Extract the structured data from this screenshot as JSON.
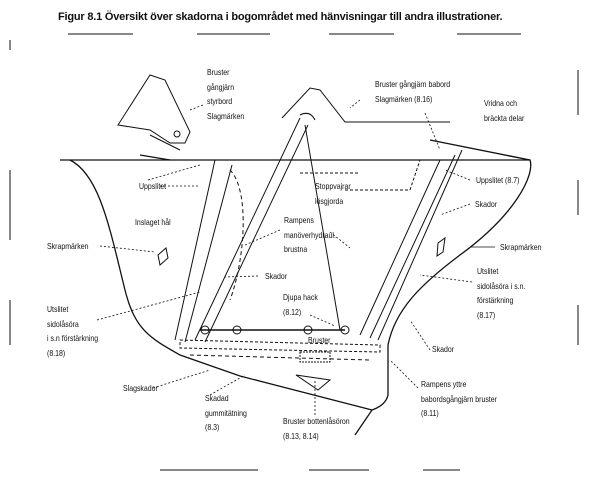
{
  "title": "Figur 8.1 Översikt över skadorna i bogområdet med hänvisningar till andra illustrationer.",
  "labels": {
    "hinge_starboard": [
      "Bruster",
      "gångjärn",
      "styrbord",
      "Slagmärken"
    ],
    "hinge_port": [
      "Bruster gångjärn babord",
      "Slagmärken (8.16)"
    ],
    "twisted": [
      "Vridna och",
      "bräckta delar"
    ],
    "torn_left": "Uppslitet",
    "torn_right": "Uppslitet (8.7)",
    "wires": [
      "Stoppvajrar",
      "lösgjorda"
    ],
    "damage_upper_right": "Skador",
    "hole": "Inslaget hål",
    "hydraulics": [
      "Rampens",
      "manöverhydraul.",
      "brustna"
    ],
    "scrape_left": "Skrapmärken",
    "scrape_right": "Skrapmärken",
    "damage_mid": "Skador",
    "lug_right": [
      "Utslitet",
      "sidolåsöra i s.n.",
      "förstärkning",
      "(8.17)"
    ],
    "lug_left": [
      "Utslitet",
      "sidolåsöra",
      "i s.n förstärkning",
      "(8.18)"
    ],
    "notches": [
      "Djupa hack",
      "(8.12)"
    ],
    "breaks": "Bruster",
    "damage_lower_right": "Skador",
    "impact": "Slagskador",
    "seal": [
      "Skadad",
      "gummitätning",
      "(8.3)"
    ],
    "outer_hinge": [
      "Rampens yttre",
      "babordsgångjärn bruster",
      "(8.11)"
    ],
    "bottom_lugs": [
      "Bruster bottenlåsöron",
      "(8.13, 8.14)"
    ]
  }
}
